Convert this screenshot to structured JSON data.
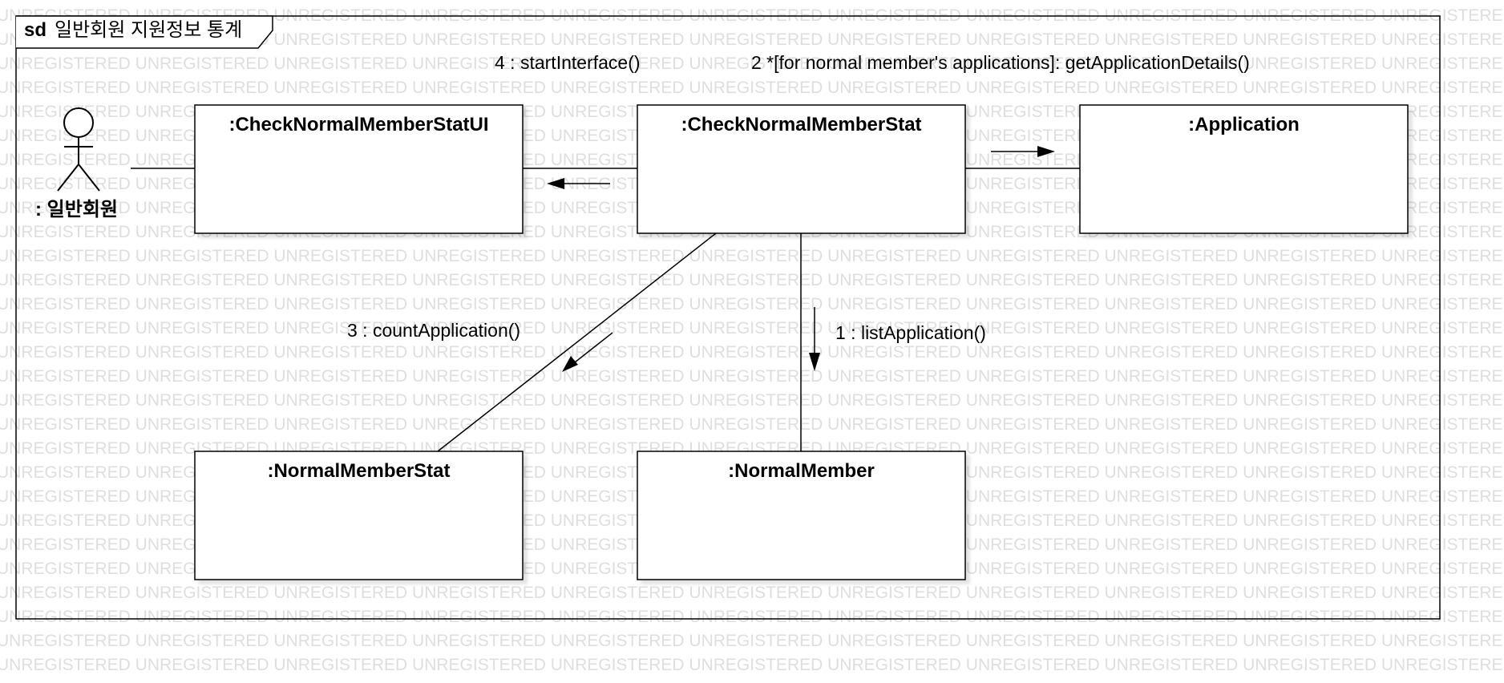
{
  "watermark_text": "UNREGISTERED",
  "frame": {
    "keyword": "sd",
    "title": "일반회원 지원정보 통계"
  },
  "actor": {
    "label": ": 일반회원"
  },
  "objects": {
    "check_ui": ":CheckNormalMemberStatUI",
    "check_stat": ":CheckNormalMemberStat",
    "application": ":Application",
    "normal_member_stat": ":NormalMemberStat",
    "normal_member": ":NormalMember"
  },
  "messages": {
    "m1": "1 : listApplication()",
    "m2": "2 *[for normal member's applications]: getApplicationDetails()",
    "m3": "3 : countApplication()",
    "m4": "4 : startInterface()"
  }
}
